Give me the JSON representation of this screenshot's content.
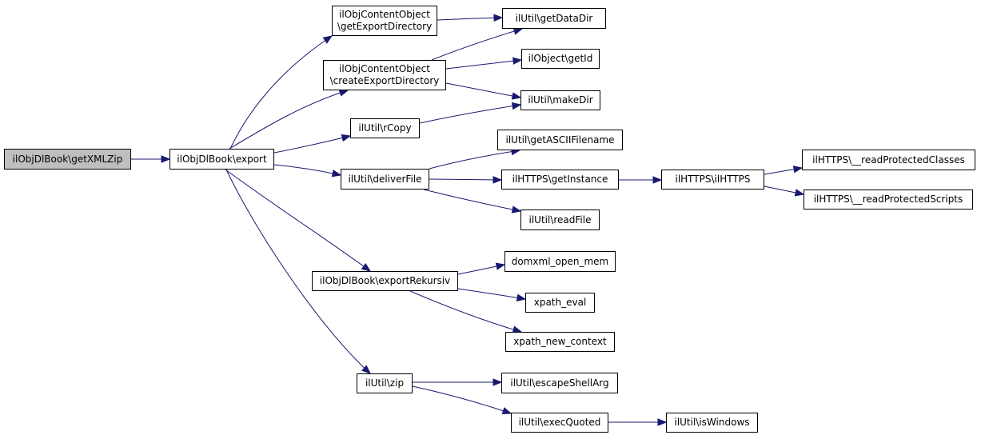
{
  "colors": {
    "edge": "#191970",
    "root_fill": "#bfbfbf",
    "node_fill": "#ffffff",
    "border": "#000000"
  },
  "nodes": {
    "getXMLZip": "ilObjDlBook\\getXMLZip",
    "export": "ilObjDlBook\\export",
    "getExportDirectory": "ilObjContentObject\n\\getExportDirectory",
    "createExportDirectory": "ilObjContentObject\n\\createExportDirectory",
    "rCopy": "ilUtil\\rCopy",
    "deliverFile": "ilUtil\\deliverFile",
    "exportRekursiv": "ilObjDlBook\\exportRekursiv",
    "zip": "ilUtil\\zip",
    "getDataDir": "ilUtil\\getDataDir",
    "getId": "ilObject\\getId",
    "makeDir": "ilUtil\\makeDir",
    "getASCIIFilename": "ilUtil\\getASCIIFilename",
    "getInstance": "ilHTTPS\\getInstance",
    "readFile": "ilUtil\\readFile",
    "ilHTTPS": "ilHTTPS\\ilHTTPS",
    "readProtectedClasses": "ilHTTPS\\__readProtectedClasses",
    "readProtectedScripts": "ilHTTPS\\__readProtectedScripts",
    "domxml_open_mem": "domxml_open_mem",
    "xpath_eval": "xpath_eval",
    "xpath_new_context": "xpath_new_context",
    "escapeShellArg": "ilUtil\\escapeShellArg",
    "execQuoted": "ilUtil\\execQuoted",
    "isWindows": "ilUtil\\isWindows"
  }
}
